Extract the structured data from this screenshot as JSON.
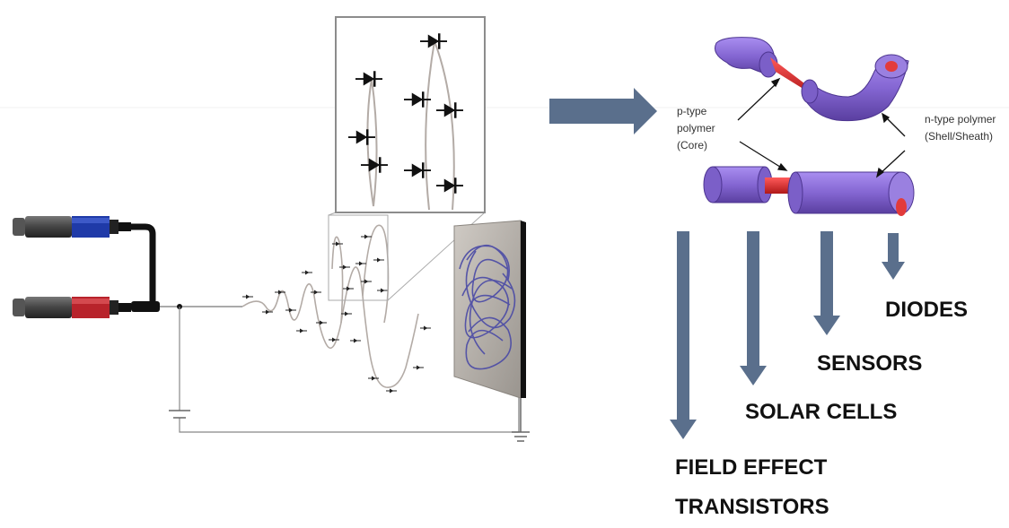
{
  "labels": {
    "p_type": [
      "p-type",
      "polymer",
      "(Core)"
    ],
    "n_type": [
      "n-type polymer",
      "(Shell/Sheath)"
    ]
  },
  "applications": {
    "diodes": "DIODES",
    "sensors": "SENSORS",
    "solar_cells": "SOLAR CELLS",
    "fet_line1": "FIELD EFFECT",
    "fet_line2": "TRANSISTORS"
  },
  "colors": {
    "arrow": "#5a6f8c",
    "polymer_shell": "#8a6fd6",
    "core": "#e23b3b",
    "syringe_blue": "#1f3aa8",
    "syringe_red": "#b8232b",
    "collector": "#b5b0aa",
    "fiber_scribble": "#4a4aa6"
  },
  "icons": [
    "syringe-icon",
    "diode-icon",
    "ground-icon",
    "battery-icon"
  ]
}
